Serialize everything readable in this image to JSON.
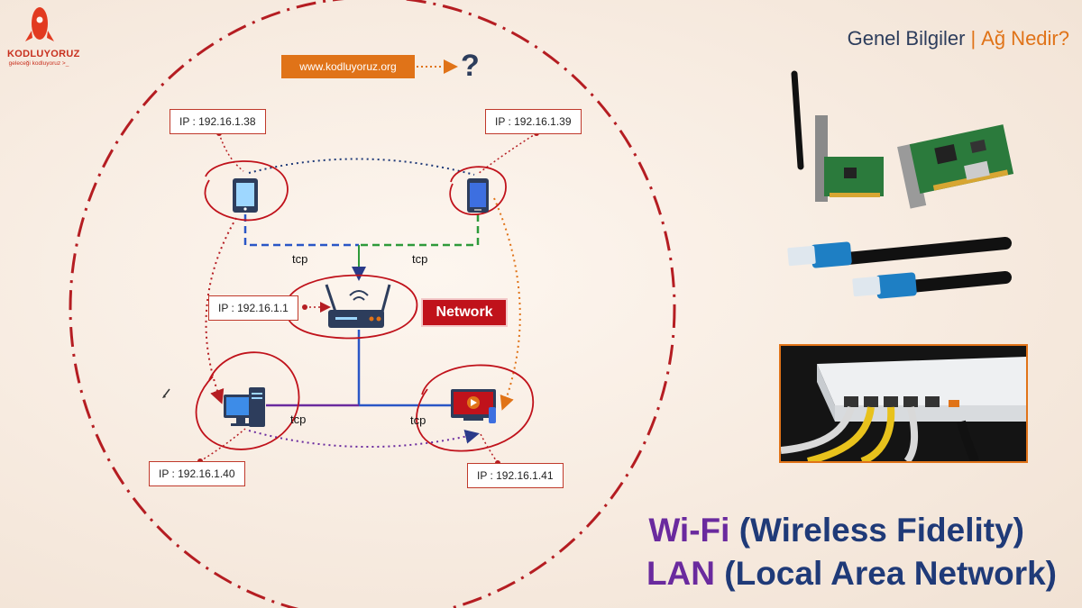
{
  "logo": {
    "name": "KODLUYORUZ",
    "tagline": "geleceği kodluyoruz >_"
  },
  "header": {
    "part1": "Genel Bilgiler",
    "separator": "|",
    "part2": "Ağ Nedir?"
  },
  "url_label": "www.kodluyoruz.org",
  "question_mark": "?",
  "network_label": "Network",
  "ip_addresses": {
    "tablet": "IP : 192.16.1.38",
    "phone": "IP : 192.16.1.39",
    "router": "IP : 192.16.1.1",
    "desktop": "IP : 192.16.1.40",
    "tv": "IP : 192.16.1.41"
  },
  "tcp_labels": [
    "tcp",
    "tcp",
    "tcp",
    "tcp"
  ],
  "wifi_line": {
    "abbr": "Wi-Fi",
    "full": "(Wireless Fidelity)"
  },
  "lan_line": {
    "abbr": "LAN",
    "full": "(Local Area Network)"
  },
  "colors": {
    "accent_orange": "#e07318",
    "dashed_circle": "#b51d22",
    "navy": "#1f3a78",
    "purple": "#6a2a9e",
    "badge_red": "#c0121b"
  },
  "icons": [
    "rocket-icon",
    "tablet-icon",
    "phone-icon",
    "router-icon",
    "desktop-icon",
    "tv-icon",
    "network-card-image",
    "ethernet-cable-image",
    "router-ports-image",
    "pencil-cursor-icon"
  ]
}
